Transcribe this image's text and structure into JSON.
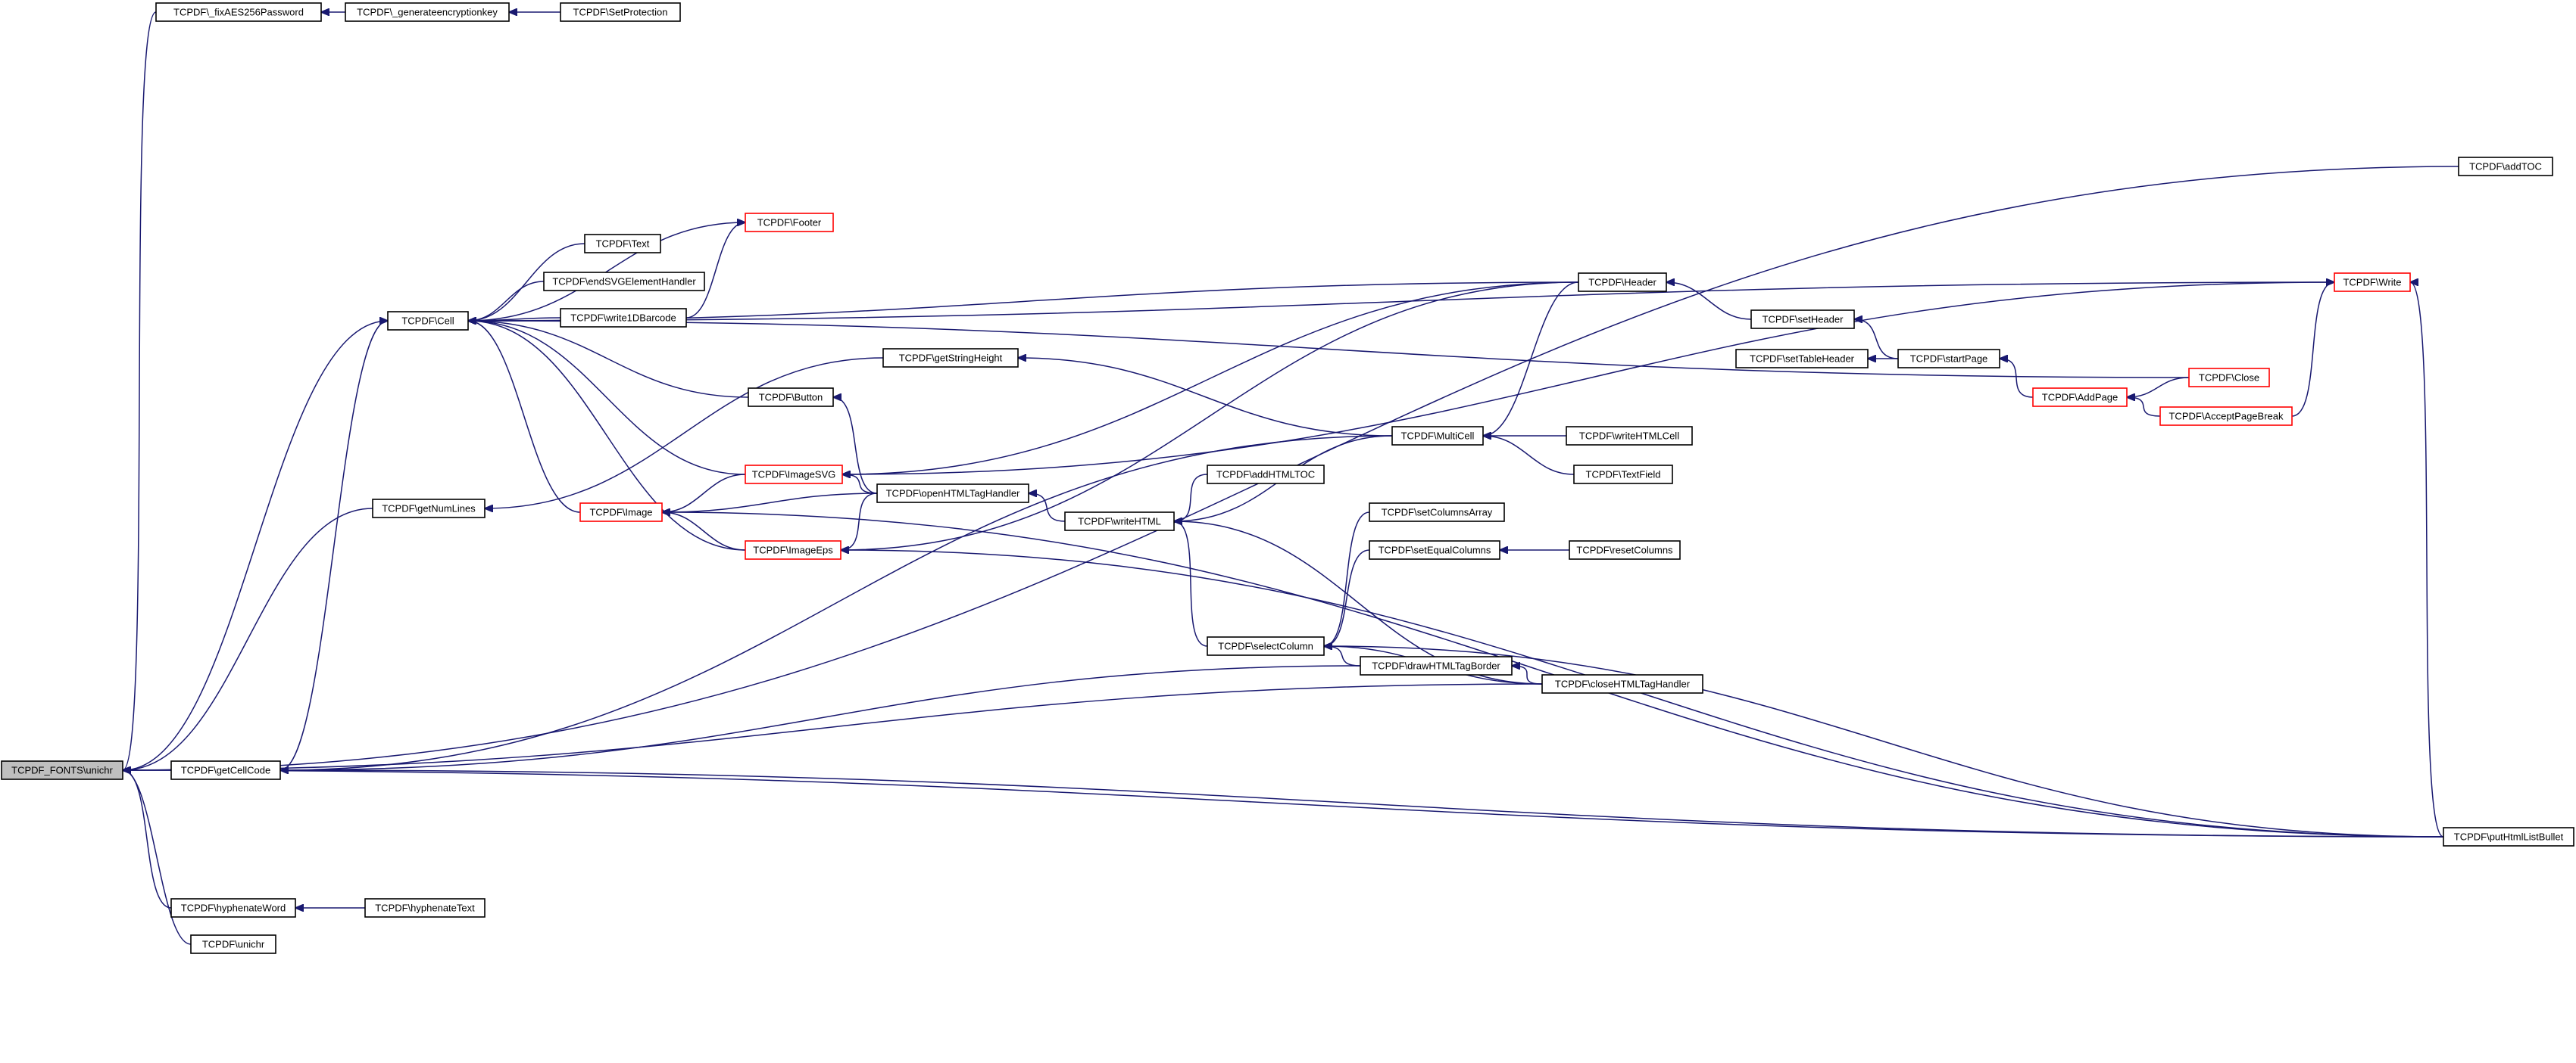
{
  "colors": {
    "edge": "#191970",
    "node_border": "#000000",
    "node_border_truncated": "#ff0000",
    "root_fill": "#bfbfbf",
    "node_fill": "#ffffff"
  },
  "nodes": [
    {
      "id": "root",
      "label": "TCPDF_FONTS\\unichr",
      "style": "root"
    },
    {
      "id": "fixaes",
      "label": "TCPDF\\_fixAES256Password",
      "style": "normal"
    },
    {
      "id": "genkey",
      "label": "TCPDF\\_generateencryptionkey",
      "style": "normal"
    },
    {
      "id": "setprot",
      "label": "TCPDF\\SetProtection",
      "style": "normal"
    },
    {
      "id": "cell",
      "label": "TCPDF\\Cell",
      "style": "normal"
    },
    {
      "id": "footer",
      "label": "TCPDF\\Footer",
      "style": "truncated"
    },
    {
      "id": "text",
      "label": "TCPDF\\Text",
      "style": "normal"
    },
    {
      "id": "endsvg",
      "label": "TCPDF\\endSVGElementHandler",
      "style": "normal"
    },
    {
      "id": "w1d",
      "label": "TCPDF\\write1DBarcode",
      "style": "normal"
    },
    {
      "id": "button",
      "label": "TCPDF\\Button",
      "style": "normal"
    },
    {
      "id": "image",
      "label": "TCPDF\\Image",
      "style": "truncated"
    },
    {
      "id": "imagesvg",
      "label": "TCPDF\\ImageSVG",
      "style": "truncated"
    },
    {
      "id": "imageeps",
      "label": "TCPDF\\ImageEps",
      "style": "truncated"
    },
    {
      "id": "getnumlines",
      "label": "TCPDF\\getNumLines",
      "style": "normal"
    },
    {
      "id": "getstringheight",
      "label": "TCPDF\\getStringHeight",
      "style": "normal"
    },
    {
      "id": "openhtml",
      "label": "TCPDF\\openHTMLTagHandler",
      "style": "normal"
    },
    {
      "id": "writehtml",
      "label": "TCPDF\\writeHTML",
      "style": "normal"
    },
    {
      "id": "addhtmltoc",
      "label": "TCPDF\\addHTMLTOC",
      "style": "normal"
    },
    {
      "id": "multicell",
      "label": "TCPDF\\MultiCell",
      "style": "normal"
    },
    {
      "id": "writehtmlcell",
      "label": "TCPDF\\writeHTMLCell",
      "style": "normal"
    },
    {
      "id": "textfield",
      "label": "TCPDF\\TextField",
      "style": "normal"
    },
    {
      "id": "header",
      "label": "TCPDF\\Header",
      "style": "normal"
    },
    {
      "id": "setheader",
      "label": "TCPDF\\setHeader",
      "style": "normal"
    },
    {
      "id": "settableheader",
      "label": "TCPDF\\setTableHeader",
      "style": "normal"
    },
    {
      "id": "startpage",
      "label": "TCPDF\\startPage",
      "style": "normal"
    },
    {
      "id": "addpage",
      "label": "TCPDF\\AddPage",
      "style": "truncated"
    },
    {
      "id": "close",
      "label": "TCPDF\\Close",
      "style": "truncated"
    },
    {
      "id": "acceptpb",
      "label": "TCPDF\\AcceptPageBreak",
      "style": "truncated"
    },
    {
      "id": "write",
      "label": "TCPDF\\Write",
      "style": "truncated"
    },
    {
      "id": "addtoc",
      "label": "TCPDF\\addTOC",
      "style": "normal"
    },
    {
      "id": "setcolarr",
      "label": "TCPDF\\setColumnsArray",
      "style": "normal"
    },
    {
      "id": "setequal",
      "label": "TCPDF\\setEqualColumns",
      "style": "normal"
    },
    {
      "id": "resetcols",
      "label": "TCPDF\\resetColumns",
      "style": "normal"
    },
    {
      "id": "selectcol",
      "label": "TCPDF\\selectColumn",
      "style": "normal"
    },
    {
      "id": "drawborder",
      "label": "TCPDF\\drawHTMLTagBorder",
      "style": "normal"
    },
    {
      "id": "closehtml",
      "label": "TCPDF\\closeHTMLTagHandler",
      "style": "normal"
    },
    {
      "id": "getcellcode",
      "label": "TCPDF\\getCellCode",
      "style": "normal"
    },
    {
      "id": "putbullet",
      "label": "TCPDF\\putHtmlListBullet",
      "style": "normal"
    },
    {
      "id": "hyphword",
      "label": "TCPDF\\hyphenateWord",
      "style": "normal"
    },
    {
      "id": "hyphtext",
      "label": "TCPDF\\hyphenateText",
      "style": "normal"
    },
    {
      "id": "unichr",
      "label": "TCPDF\\unichr",
      "style": "normal"
    }
  ],
  "edges": [
    {
      "from": "fixaes",
      "to": "root"
    },
    {
      "from": "genkey",
      "to": "fixaes"
    },
    {
      "from": "setprot",
      "to": "genkey"
    },
    {
      "from": "cell",
      "to": "root"
    },
    {
      "from": "getnumlines",
      "to": "root"
    },
    {
      "from": "getcellcode",
      "to": "root"
    },
    {
      "from": "hyphword",
      "to": "root"
    },
    {
      "from": "unichr",
      "to": "root"
    },
    {
      "from": "addtoc",
      "to": "root"
    },
    {
      "from": "closehtml",
      "to": "root"
    },
    {
      "from": "putbullet",
      "to": "root"
    },
    {
      "from": "hyphtext",
      "to": "hyphword"
    },
    {
      "from": "footer",
      "to": "cell"
    },
    {
      "from": "text",
      "to": "cell"
    },
    {
      "from": "endsvg",
      "to": "cell"
    },
    {
      "from": "w1d",
      "to": "cell"
    },
    {
      "from": "button",
      "to": "cell"
    },
    {
      "from": "imagesvg",
      "to": "cell"
    },
    {
      "from": "image",
      "to": "cell"
    },
    {
      "from": "imageeps",
      "to": "cell"
    },
    {
      "from": "header",
      "to": "cell"
    },
    {
      "from": "write",
      "to": "cell"
    },
    {
      "from": "close",
      "to": "cell"
    },
    {
      "from": "getcellcode",
      "to": "cell"
    },
    {
      "from": "w1d",
      "to": "footer"
    },
    {
      "from": "imagesvg",
      "to": "image"
    },
    {
      "from": "imageeps",
      "to": "image"
    },
    {
      "from": "openhtml",
      "to": "image"
    },
    {
      "from": "putbullet",
      "to": "image"
    },
    {
      "from": "openhtml",
      "to": "imagesvg"
    },
    {
      "from": "header",
      "to": "imagesvg"
    },
    {
      "from": "write",
      "to": "imagesvg"
    },
    {
      "from": "openhtml",
      "to": "imageeps"
    },
    {
      "from": "header",
      "to": "imageeps"
    },
    {
      "from": "putbullet",
      "to": "imageeps"
    },
    {
      "from": "openhtml",
      "to": "button"
    },
    {
      "from": "getstringheight",
      "to": "getnumlines"
    },
    {
      "from": "multicell",
      "to": "getstringheight"
    },
    {
      "from": "writehtml",
      "to": "openhtml"
    },
    {
      "from": "multicell",
      "to": "writehtml"
    },
    {
      "from": "selectcol",
      "to": "writehtml"
    },
    {
      "from": "closehtml",
      "to": "writehtml"
    },
    {
      "from": "addhtmltoc",
      "to": "writehtml"
    },
    {
      "from": "writehtmlcell",
      "to": "multicell"
    },
    {
      "from": "textfield",
      "to": "multicell"
    },
    {
      "from": "header",
      "to": "multicell"
    },
    {
      "from": "setheader",
      "to": "header"
    },
    {
      "from": "startpage",
      "to": "setheader"
    },
    {
      "from": "startpage",
      "to": "settableheader"
    },
    {
      "from": "addpage",
      "to": "startpage"
    },
    {
      "from": "close",
      "to": "addpage"
    },
    {
      "from": "acceptpb",
      "to": "addpage"
    },
    {
      "from": "acceptpb",
      "to": "write"
    },
    {
      "from": "putbullet",
      "to": "write"
    },
    {
      "from": "resetcols",
      "to": "setequal"
    },
    {
      "from": "setcolarr",
      "to": "selectcol"
    },
    {
      "from": "setequal",
      "to": "selectcol"
    },
    {
      "from": "drawborder",
      "to": "selectcol"
    },
    {
      "from": "closehtml",
      "to": "selectcol"
    },
    {
      "from": "putbullet",
      "to": "selectcol"
    },
    {
      "from": "closehtml",
      "to": "drawborder"
    },
    {
      "from": "drawborder",
      "to": "getcellcode"
    },
    {
      "from": "multicell",
      "to": "getcellcode"
    },
    {
      "from": "putbullet",
      "to": "getcellcode"
    }
  ]
}
